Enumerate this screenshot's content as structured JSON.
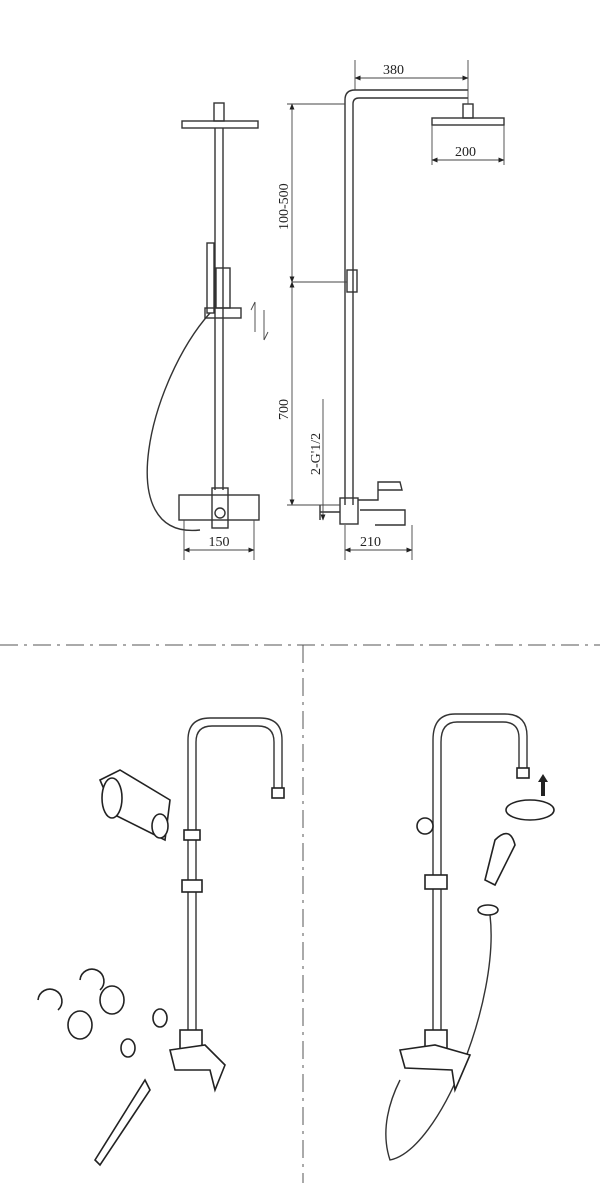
{
  "dimensions": {
    "arm_length": "380",
    "head_diameter": "200",
    "slide_range": "100-500",
    "height": "700",
    "inlet_thread": "2-G'1/2",
    "mixer_width": "150",
    "projection": "210"
  }
}
